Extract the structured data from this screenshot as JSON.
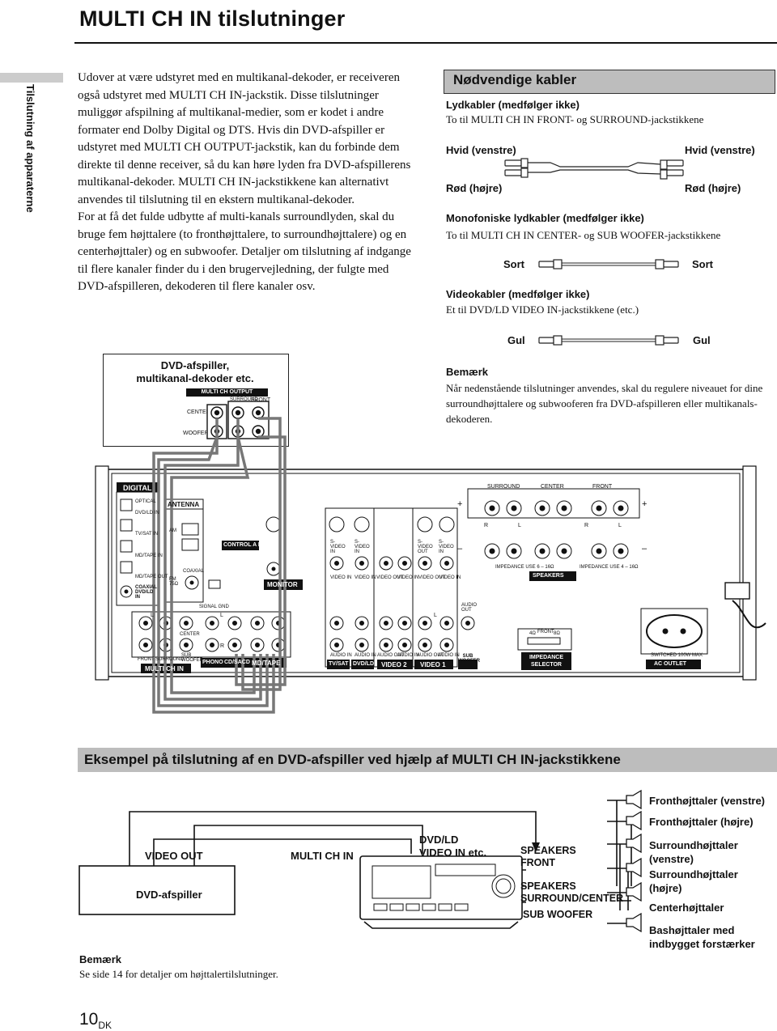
{
  "page": {
    "title": "MULTI CH IN tilslutninger",
    "side_label": "Tilslutning af apparaterne",
    "page_number": "10",
    "page_suffix": "DK"
  },
  "intro": {
    "paragraph_1": "Udover at være udstyret med en multikanal-dekoder, er receiveren også udstyret med MULTI CH IN-jackstik. Disse tilslutninger muliggør afspilning af multikanal-medier, som er kodet i andre formater end Dolby Digital og DTS. Hvis din DVD-afspiller er udstyret med MULTI CH OUTPUT-jackstik, kan du forbinde dem direkte til denne receiver, så du kan høre lyden fra DVD-afspillerens multikanal-dekoder. MULTI CH IN-jackstikkene kan alternativt anvendes til tilslutning til en ekstern multikanal-dekoder.",
    "paragraph_2": "For at få det fulde udbytte af multi-kanals surroundlyden, skal du bruge fem højttalere (to fronthøjttalere, to surroundhøjttalere) og en centerhøjttaler) og en subwoofer. Detaljer om tilslutning af indgange til flere kanaler finder du i den brugervejledning, der fulgte med DVD-afspilleren, dekoderen til flere kanaler osv."
  },
  "cables": {
    "title": "Nødvendige kabler",
    "audio": {
      "heading": "Lydkabler (medfølger ikke)",
      "desc": "To til MULTI CH IN FRONT- og SURROUND-jackstikkene",
      "white_left": "Hvid (venstre)",
      "white_right": "Hvid (venstre)",
      "red_left": "Rød (højre)",
      "red_right": "Rød (højre)"
    },
    "mono": {
      "heading": "Monofoniske lydkabler (medfølger ikke)",
      "desc": "To til MULTI CH IN CENTER- og SUB WOOFER-jackstikkene",
      "left": "Sort",
      "right": "Sort"
    },
    "video": {
      "heading": "Videokabler (medfølger ikke)",
      "desc": "Et til DVD/LD VIDEO IN-jackstikkene (etc.)",
      "left": "Gul",
      "right": "Gul"
    },
    "note_heading": "Bemærk",
    "note_text": "Når nedenstående tilslutninger anvendes, skal du regulere niveauet for dine surroundhøjttalere og subwooferen fra DVD-afspilleren eller multikanals-dekoderen."
  },
  "dvd_box": {
    "label_line1": "DVD-afspiller,",
    "label_line2": "multikanal-dekoder etc.",
    "panel_title": "MULTI CH OUTPUT",
    "surround": "SURROUND",
    "front": "FRONT",
    "center": "CENTER",
    "woofer": "WOOFER"
  },
  "panel": {
    "digital": "DIGITAL",
    "optical": "OPTICAL",
    "dvd_ld_in": "DVD/LD IN",
    "tv_sat_in": "TV/SAT IN",
    "md_tape_in": "MD/TAPE IN",
    "md_tape_out": "MD/TAPE OUT",
    "coaxial_dvd": "COAXIAL DVD/LD IN",
    "antenna": "ANTENNA",
    "am": "AM",
    "fm": "FM 75Ω",
    "coaxial": "COAXIAL",
    "control_a": "CONTROL A II",
    "monitor": "MONITOR",
    "signal_gnd": "SIGNAL GND",
    "svideo_in": "S-VIDEO IN",
    "svideo_out": "S-VIDEO OUT",
    "video_in": "VIDEO IN",
    "video_out": "VIDEO OUT",
    "audio_in": "AUDIO IN",
    "audio_out": "AUDIO OUT",
    "center": "CENTER",
    "sub_woofer": "SUB WOOFER",
    "front": "FRONT",
    "surround": "SURROUND",
    "multi_ch_in": "MULTI CH IN",
    "phono": "PHONO",
    "cd_sacd": "CD/SACD",
    "md_tape": "MD/TAPE",
    "tv_sat": "TV/SAT",
    "dvd_ld": "DVD/LD",
    "video_2": "VIDEO 2",
    "video_1": "VIDEO 1",
    "sub_woofer_label": "SUB WOOFER",
    "audio_out_label": "AUDIO OUT",
    "spk_surround": "SURROUND",
    "spk_center": "CENTER",
    "spk_front": "FRONT",
    "impedance_left": "IMPEDANCE USE 6 – 16Ω",
    "impedance_right": "IMPEDANCE USE 4 – 16Ω",
    "speakers": "SPEAKERS",
    "imp_front": "FRONT",
    "imp_4": "4Ω",
    "imp_8": "8Ω",
    "impedance_selector": "IMPEDANCE SELECTOR",
    "switched": "SWITCHED 100W MAX",
    "ac_outlet": "AC OUTLET",
    "r": "R",
    "l": "L",
    "plus": "+",
    "minus": "–"
  },
  "example": {
    "title": "Eksempel på tilslutning af en DVD-afspiller ved hjælp af MULTI CH IN-jackstikkene",
    "video_out": "VIDEO OUT",
    "multi_ch_in": "MULTI CH IN",
    "dvd_ld_line1": "DVD/LD",
    "dvd_ld_line2": "VIDEO IN etc.",
    "dvd_player": "DVD-afspiller",
    "speakers_front_1": "SPEAKERS",
    "speakers_front_2": "FRONT",
    "speakers_sc_1": "SPEAKERS",
    "speakers_sc_2": "SURROUND/CENTER",
    "sub_woofer": "SUB WOOFER",
    "spk_front_left": "Fronthøjttaler (venstre)",
    "spk_front_right": "Fronthøjttaler (højre)",
    "spk_sur_left_1": "Surroundhøjttaler",
    "spk_sur_left_2": "(venstre)",
    "spk_sur_right_1": "Surroundhøjttaler",
    "spk_sur_right_2": "(højre)",
    "spk_center": "Centerhøjttaler",
    "spk_bass_1": "Bashøjttaler med",
    "spk_bass_2": "indbygget forstærker",
    "note_heading": "Bemærk",
    "note_text": "Se side 14 for detaljer om højttalertilslutninger."
  }
}
